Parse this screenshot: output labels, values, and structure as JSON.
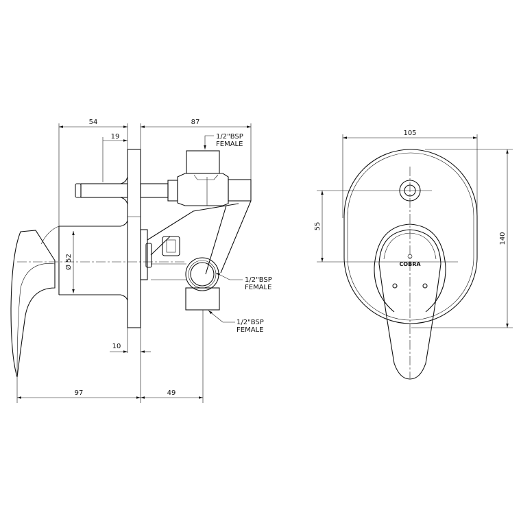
{
  "side_view": {
    "dims": {
      "d54": "54",
      "d87": "87",
      "d19": "19",
      "d52": "Ø 52",
      "d10": "10",
      "d97": "97",
      "d49": "49"
    },
    "labels": {
      "top_inlet": [
        "1/2\"BSP",
        "FEMALE"
      ],
      "side_outlet": [
        "1/2\"BSP",
        "FEMALE"
      ],
      "bottom_outlet": [
        "1/2\"BSP",
        "FEMALE"
      ]
    }
  },
  "front_view": {
    "dims": {
      "d105": "105",
      "d140": "140",
      "d55": "55"
    },
    "logo_text": "COBRA"
  },
  "colors": {
    "line": "#111111",
    "background": "#ffffff"
  }
}
